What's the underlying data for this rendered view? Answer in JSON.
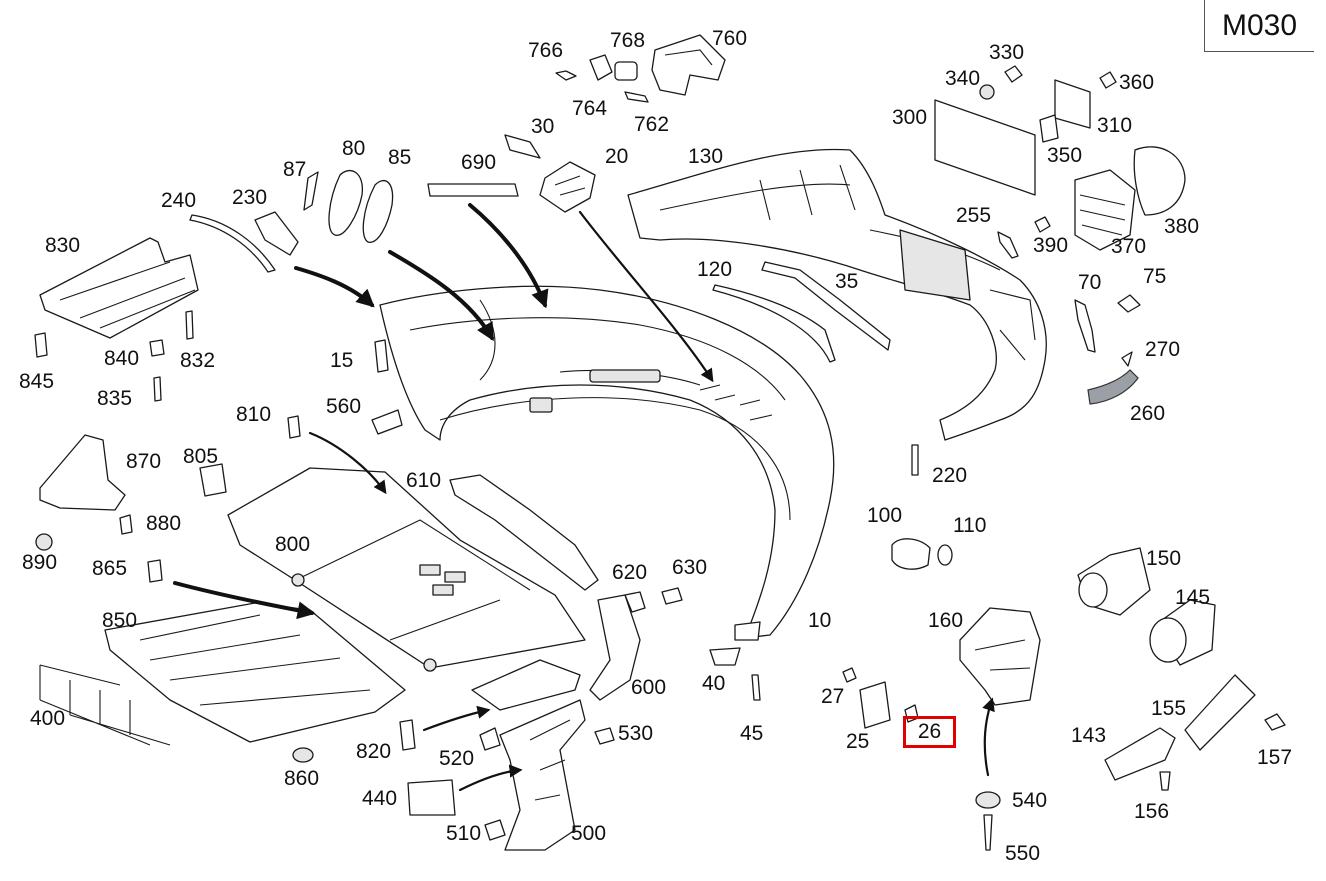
{
  "sheet_code": "M030",
  "highlighted_part": "26",
  "part_labels": [
    {
      "id": "p766",
      "text": "766"
    },
    {
      "id": "p768",
      "text": "768"
    },
    {
      "id": "p760",
      "text": "760"
    },
    {
      "id": "p764",
      "text": "764"
    },
    {
      "id": "p762",
      "text": "762"
    },
    {
      "id": "p30",
      "text": "30"
    },
    {
      "id": "p690",
      "text": "690"
    },
    {
      "id": "p20",
      "text": "20"
    },
    {
      "id": "p130",
      "text": "130"
    },
    {
      "id": "p330",
      "text": "330"
    },
    {
      "id": "p340",
      "text": "340"
    },
    {
      "id": "p360",
      "text": "360"
    },
    {
      "id": "p300",
      "text": "300"
    },
    {
      "id": "p310",
      "text": "310"
    },
    {
      "id": "p350",
      "text": "350"
    },
    {
      "id": "p380",
      "text": "380"
    },
    {
      "id": "p370",
      "text": "370"
    },
    {
      "id": "p390",
      "text": "390"
    },
    {
      "id": "p255",
      "text": "255"
    },
    {
      "id": "p87",
      "text": "87"
    },
    {
      "id": "p80",
      "text": "80"
    },
    {
      "id": "p85",
      "text": "85"
    },
    {
      "id": "p240",
      "text": "240"
    },
    {
      "id": "p230",
      "text": "230"
    },
    {
      "id": "p830",
      "text": "830"
    },
    {
      "id": "p120",
      "text": "120"
    },
    {
      "id": "p35",
      "text": "35"
    },
    {
      "id": "p70",
      "text": "70"
    },
    {
      "id": "p75",
      "text": "75"
    },
    {
      "id": "p270",
      "text": "270"
    },
    {
      "id": "p260",
      "text": "260"
    },
    {
      "id": "p15",
      "text": "15"
    },
    {
      "id": "p840",
      "text": "840"
    },
    {
      "id": "p832",
      "text": "832"
    },
    {
      "id": "p845",
      "text": "845"
    },
    {
      "id": "p835",
      "text": "835"
    },
    {
      "id": "p810",
      "text": "810"
    },
    {
      "id": "p560",
      "text": "560"
    },
    {
      "id": "p870",
      "text": "870"
    },
    {
      "id": "p805",
      "text": "805"
    },
    {
      "id": "p610",
      "text": "610"
    },
    {
      "id": "p880",
      "text": "880"
    },
    {
      "id": "p220",
      "text": "220"
    },
    {
      "id": "p100",
      "text": "100"
    },
    {
      "id": "p110",
      "text": "110"
    },
    {
      "id": "p800",
      "text": "800"
    },
    {
      "id": "p890",
      "text": "890"
    },
    {
      "id": "p865",
      "text": "865"
    },
    {
      "id": "p150",
      "text": "150"
    },
    {
      "id": "p620",
      "text": "620"
    },
    {
      "id": "p630",
      "text": "630"
    },
    {
      "id": "p145",
      "text": "145"
    },
    {
      "id": "p850",
      "text": "850"
    },
    {
      "id": "p10",
      "text": "10"
    },
    {
      "id": "p160",
      "text": "160"
    },
    {
      "id": "p600",
      "text": "600"
    },
    {
      "id": "p40",
      "text": "40"
    },
    {
      "id": "p27",
      "text": "27"
    },
    {
      "id": "p155",
      "text": "155"
    },
    {
      "id": "p400",
      "text": "400"
    },
    {
      "id": "p530",
      "text": "530"
    },
    {
      "id": "p45",
      "text": "45"
    },
    {
      "id": "p25",
      "text": "25"
    },
    {
      "id": "p143",
      "text": "143"
    },
    {
      "id": "p157",
      "text": "157"
    },
    {
      "id": "p820",
      "text": "820"
    },
    {
      "id": "p520",
      "text": "520"
    },
    {
      "id": "p860",
      "text": "860"
    },
    {
      "id": "p540",
      "text": "540"
    },
    {
      "id": "p440",
      "text": "440"
    },
    {
      "id": "p156",
      "text": "156"
    },
    {
      "id": "p510",
      "text": "510"
    },
    {
      "id": "p500",
      "text": "500"
    },
    {
      "id": "p550",
      "text": "550"
    }
  ]
}
